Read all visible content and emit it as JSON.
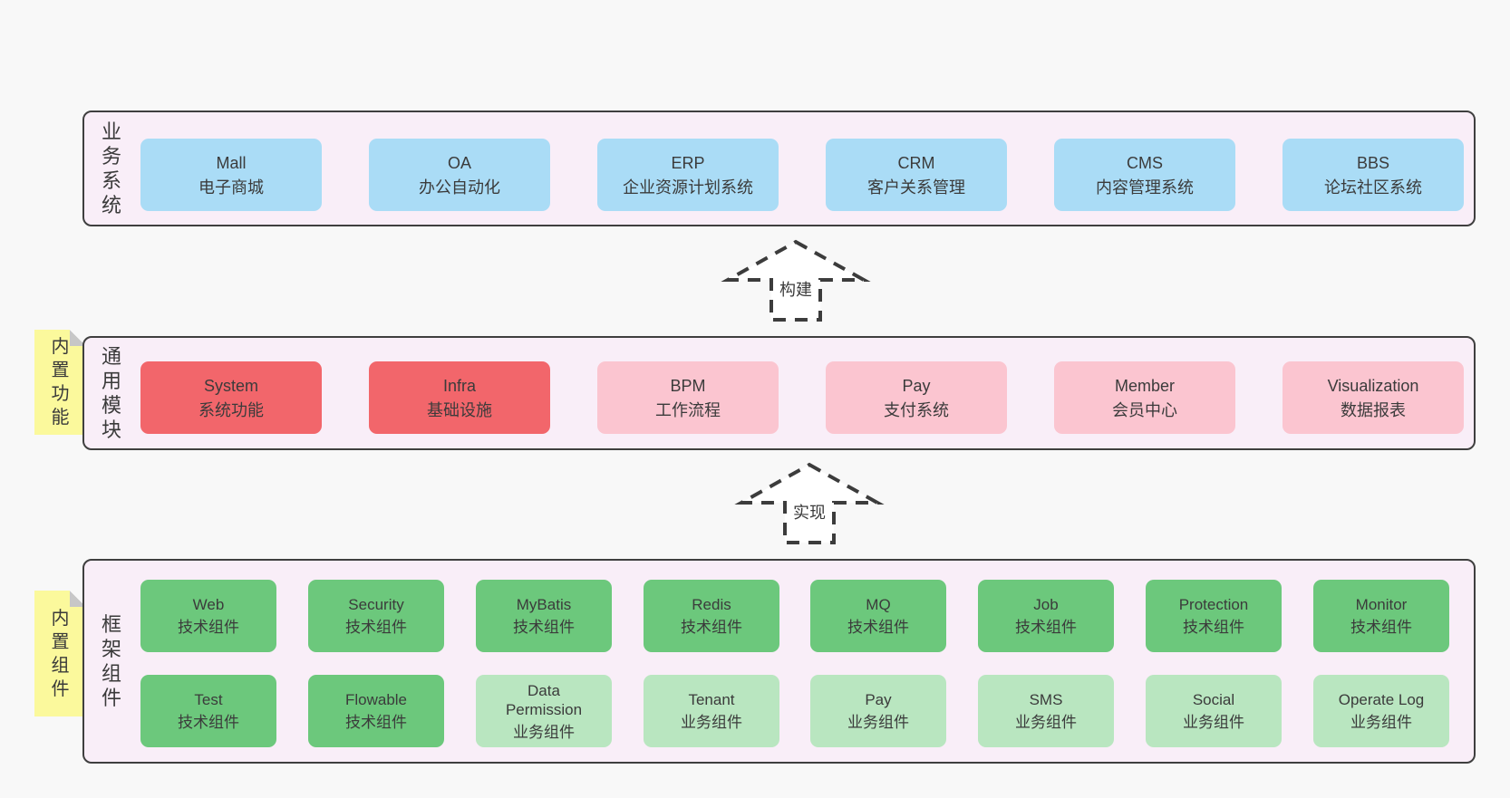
{
  "colors": {
    "page-bg": "#f8f8f8",
    "container-bg": "#f9eef8",
    "container-border": "#3f3f3f",
    "blue": "#aadcf6",
    "red": "#f2666b",
    "pink": "#fbc5d0",
    "green-dark": "#6cc87c",
    "green-light": "#b9e6c0",
    "yellow-note": "#fbf99c",
    "text": "#3b3b3b"
  },
  "layers": {
    "business": {
      "label": "业务系统",
      "boxes": [
        {
          "en": "Mall",
          "zh": "电子商城"
        },
        {
          "en": "OA",
          "zh": "办公自动化"
        },
        {
          "en": "ERP",
          "zh": "企业资源计划系统"
        },
        {
          "en": "CRM",
          "zh": "客户关系管理"
        },
        {
          "en": "CMS",
          "zh": "内容管理系统"
        },
        {
          "en": "BBS",
          "zh": "论坛社区系统"
        }
      ]
    },
    "modules": {
      "label": "通用模块",
      "note": "内置功能",
      "boxes": [
        {
          "en": "System",
          "zh": "系统功能"
        },
        {
          "en": "Infra",
          "zh": "基础设施"
        },
        {
          "en": "BPM",
          "zh": "工作流程"
        },
        {
          "en": "Pay",
          "zh": "支付系统"
        },
        {
          "en": "Member",
          "zh": "会员中心"
        },
        {
          "en": "Visualization",
          "zh": "数据报表"
        }
      ]
    },
    "framework": {
      "label": "框架组件",
      "note": "内置组件",
      "row1": [
        {
          "en": "Web",
          "zh": "技术组件"
        },
        {
          "en": "Security",
          "zh": "技术组件"
        },
        {
          "en": "MyBatis",
          "zh": "技术组件"
        },
        {
          "en": "Redis",
          "zh": "技术组件"
        },
        {
          "en": "MQ",
          "zh": "技术组件"
        },
        {
          "en": "Job",
          "zh": "技术组件"
        },
        {
          "en": "Protection",
          "zh": "技术组件"
        },
        {
          "en": "Monitor",
          "zh": "技术组件"
        }
      ],
      "row2": [
        {
          "en": "Test",
          "zh": "技术组件"
        },
        {
          "en": "Flowable",
          "zh": "技术组件"
        },
        {
          "en": "Data Permission",
          "zh": "业务组件"
        },
        {
          "en": "Tenant",
          "zh": "业务组件"
        },
        {
          "en": "Pay",
          "zh": "业务组件"
        },
        {
          "en": "SMS",
          "zh": "业务组件"
        },
        {
          "en": "Social",
          "zh": "业务组件"
        },
        {
          "en": "Operate Log",
          "zh": "业务组件"
        }
      ]
    }
  },
  "arrows": {
    "build": "构建",
    "implement": "实现"
  }
}
